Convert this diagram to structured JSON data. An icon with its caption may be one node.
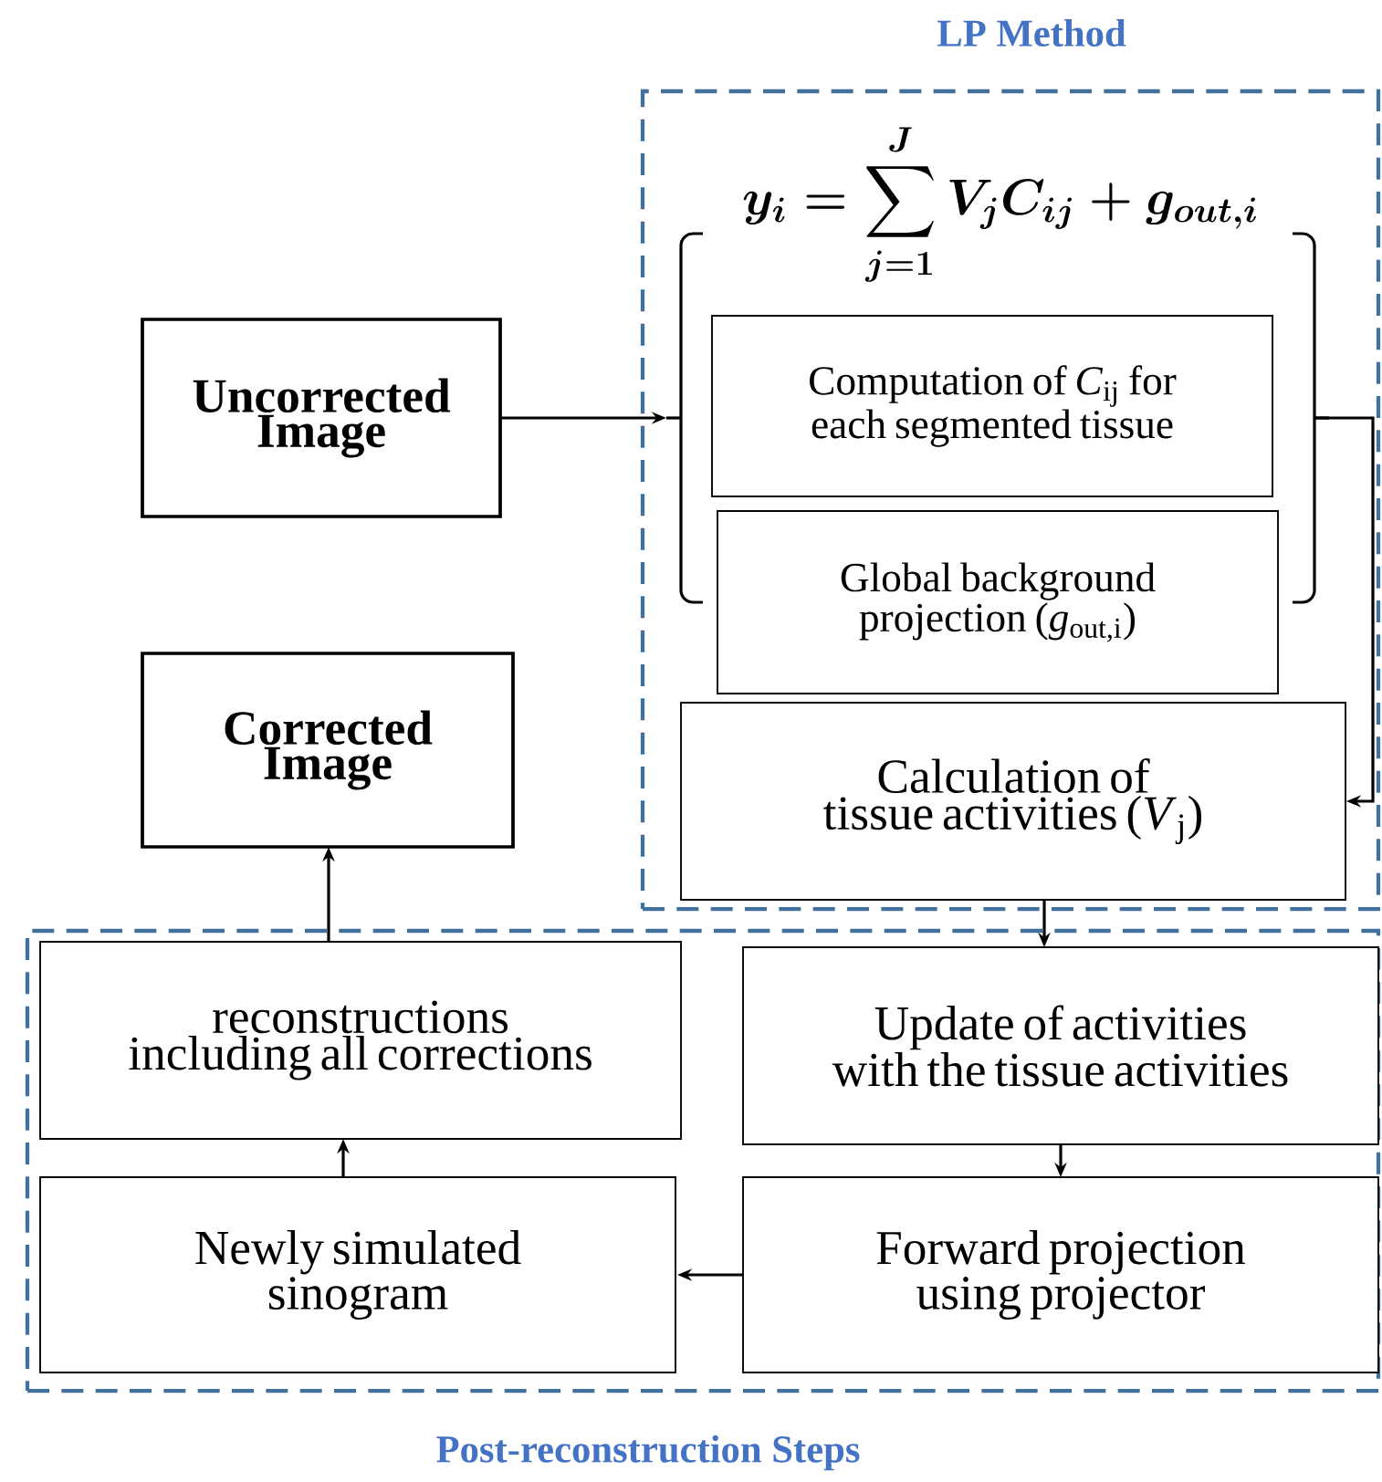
{
  "diagram": {
    "nodes": [
      {
        "text": [
          "LP Method"
        ]
      },
      {
        "text": [
          "Uncorrected Image"
        ]
      },
      {
        "text": [
          "y_i = \\sum_{j=1}^{J} V_j C_{ij} + g_{out,i}"
        ],
        "in": 0
      },
      {
        "text": [
          "Computation of *C*$_{ij}$ for each segmented tissue"
        ],
        "in": 2
      },
      {
        "text": [
          "Global background projection (*g*$_{out,i}$)"
        ],
        "in": 0
      },
      {
        "text": [
          "Calculation of tissue activities (*V*$_{j}$)"
        ],
        "in": 0
      },
      {
        "text": [
          "Post-reconstruction Steps"
        ]
      },
      {
        "text": [
          "Corrected Image"
        ]
      },
      {
        "text": [
          "reconstructions including all corrections"
        ],
        "in": 6
      },
      {
        "text": [
          "Update of activities with the tissue activities"
        ],
        "in": 6
      },
      {
        "text": [
          "Newly simulated sinogram"
        ],
        "in": 6
      },
      {
        "text": [
          "Forward projection using projector"
        ],
        "in": 6
      }
    ],
    "edges": [
      {
        "from": 1,
        "to": 2,
        "arrow": "to"
      },
      {
        "from": 2,
        "to": 5,
        "arrow": "to"
      },
      {
        "from": 5,
        "to": 9,
        "arrow": "to"
      },
      {
        "from": 9,
        "to": 11,
        "arrow": "to"
      },
      {
        "from": 11,
        "to": 10,
        "arrow": "to"
      },
      {
        "from": 10,
        "to": 8,
        "arrow": "to"
      },
      {
        "from": 8,
        "to": 7,
        "arrow": "to"
      }
    ]
  }
}
